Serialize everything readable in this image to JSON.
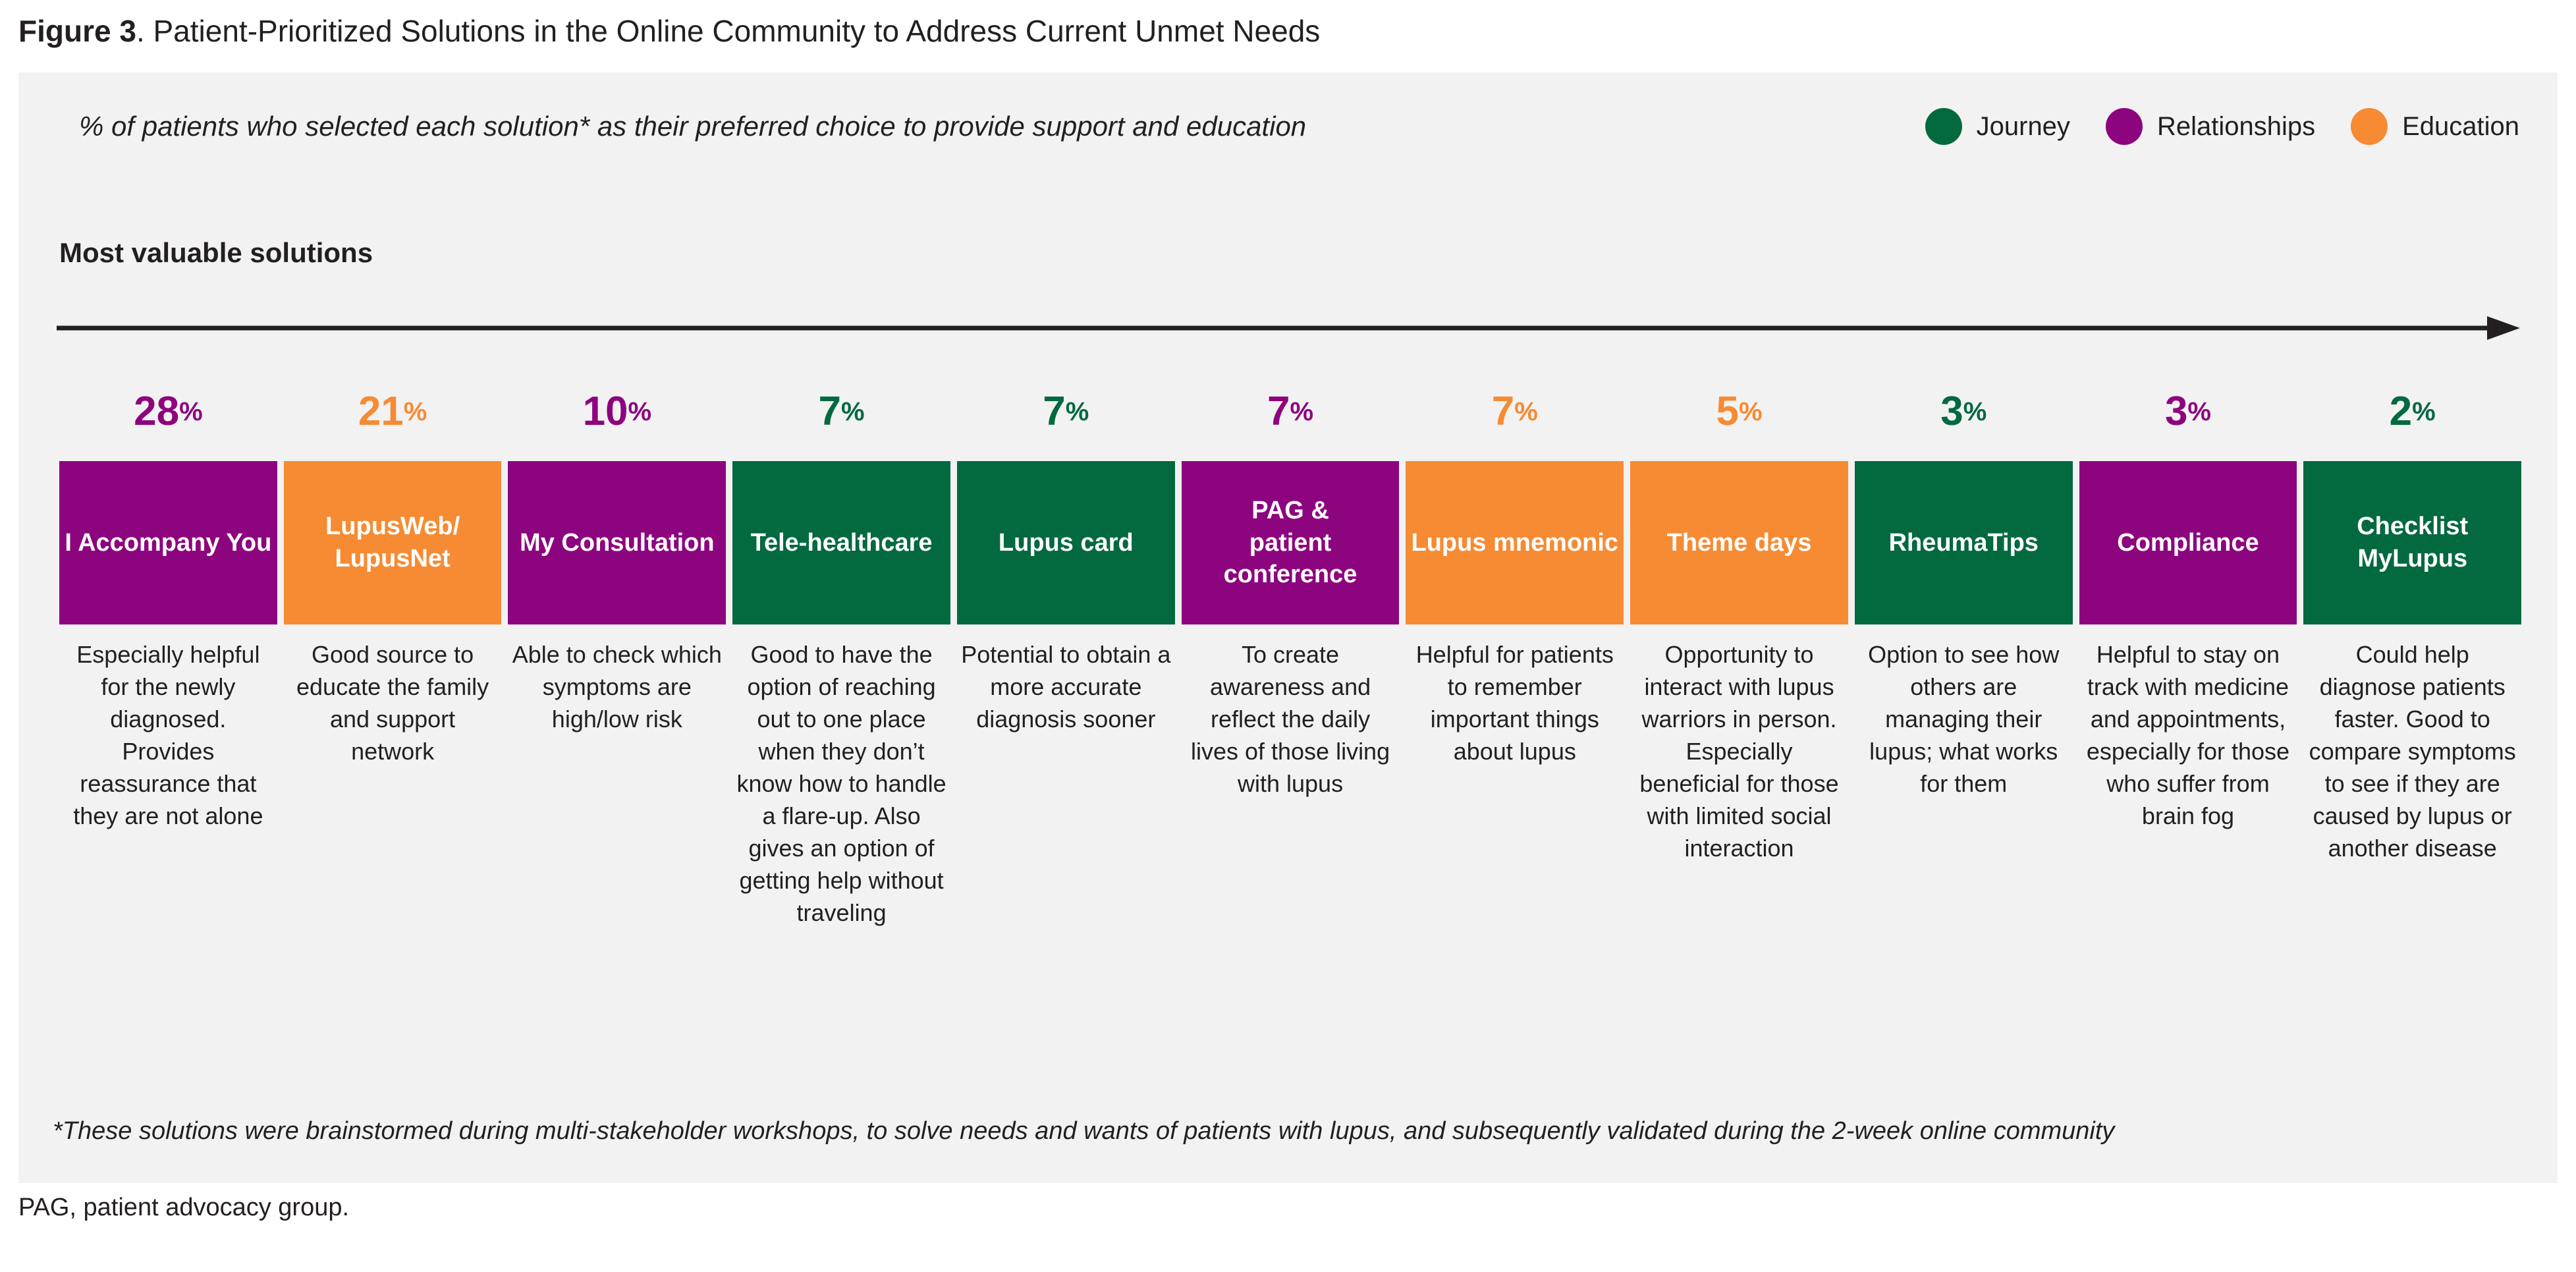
{
  "figure": {
    "title_strong": "Figure 3",
    "title_rest": ". Patient-Prioritized Solutions in the Online Community to Address Current Unmet Needs",
    "subtitle": "% of patients who selected each solution* as their preferred choice to provide support and education",
    "axis_label": "Most valuable solutions",
    "footnote": "*These solutions were brainstormed during multi-stakeholder workshops, to solve needs and wants of patients with lupus, and subsequently validated during the 2-week online community",
    "abbreviation_note": "PAG, patient advocacy group."
  },
  "colors": {
    "journey": "#03693f",
    "relationships": "#8d047f",
    "education": "#f68b33",
    "panel_background": "#f2f2f2",
    "text": "#231f20",
    "axis_line": "#231f20"
  },
  "legend": {
    "items": [
      {
        "label": "Journey",
        "color_key": "journey",
        "icon": "circle-marker-icon"
      },
      {
        "label": "Relationships",
        "color_key": "relationships",
        "icon": "circle-marker-icon"
      },
      {
        "label": "Education",
        "color_key": "education",
        "icon": "circle-marker-icon"
      }
    ]
  },
  "chart_data": {
    "type": "bar",
    "title": "Figure 3. Patient-Prioritized Solutions in the Online Community to Address Current Unmet Needs",
    "subtitle": "% of patients who selected each solution* as their preferred choice to provide support and education",
    "xlabel": "Most valuable solutions",
    "ylabel": "% of patients who selected each solution",
    "ylim": [
      0,
      28
    ],
    "grid": false,
    "legend_position": "top-right",
    "categories": [
      "I Accompany You",
      "LupusWeb/ LupusNet",
      "My Consultation",
      "Tele-healthcare",
      "Lupus card",
      "PAG & patient conference",
      "Lupus mnemonic",
      "Theme days",
      "RheumaTips",
      "Compliance",
      "Checklist MyLupus"
    ],
    "values": [
      28,
      21,
      10,
      7,
      7,
      7,
      7,
      5,
      3,
      3,
      2
    ],
    "value_labels": [
      "28%",
      "21%",
      "10%",
      "7%",
      "7%",
      "7%",
      "7%",
      "5%",
      "3%",
      "3%",
      "2%"
    ],
    "series": [
      {
        "name": "Relationships",
        "categories": [
          "I Accompany You",
          "My Consultation",
          "PAG & patient conference",
          "Compliance"
        ],
        "values": [
          28,
          10,
          7,
          3
        ]
      },
      {
        "name": "Education",
        "categories": [
          "LupusWeb/ LupusNet",
          "Lupus mnemonic",
          "Theme days"
        ],
        "values": [
          21,
          7,
          5
        ]
      },
      {
        "name": "Journey",
        "categories": [
          "Tele-healthcare",
          "Lupus card",
          "RheumaTips",
          "Checklist MyLupus"
        ],
        "values": [
          7,
          7,
          3,
          2
        ]
      }
    ]
  },
  "columns": [
    {
      "percent_number": "28",
      "percent_symbol": "%",
      "label": "I Accompany You",
      "category": "Relationships",
      "color_key": "relationships",
      "description": "Especially helpful for the newly diagnosed. Provides reassurance that they are not alone"
    },
    {
      "percent_number": "21",
      "percent_symbol": "%",
      "label": "LupusWeb/\nLupusNet",
      "category": "Education",
      "color_key": "education",
      "description": "Good source to educate the family and support network"
    },
    {
      "percent_number": "10",
      "percent_symbol": "%",
      "label": "My Consultation",
      "category": "Relationships",
      "color_key": "relationships",
      "description": "Able to check which symptoms are high/low risk"
    },
    {
      "percent_number": "7",
      "percent_symbol": "%",
      "label": "Tele-healthcare",
      "category": "Journey",
      "color_key": "journey",
      "description": "Good to have the option of reaching out to one place when they don’t know how to handle a flare-up. Also gives an option of getting help without traveling"
    },
    {
      "percent_number": "7",
      "percent_symbol": "%",
      "label": "Lupus card",
      "category": "Journey",
      "color_key": "journey",
      "description": "Potential to obtain a more accurate diagnosis sooner"
    },
    {
      "percent_number": "7",
      "percent_symbol": "%",
      "label": "PAG &\npatient\nconference",
      "category": "Relationships",
      "color_key": "relationships",
      "description": "To create awareness and reflect the daily lives of those living with lupus"
    },
    {
      "percent_number": "7",
      "percent_symbol": "%",
      "label": "Lupus mnemonic",
      "category": "Education",
      "color_key": "education",
      "description": "Helpful for patients to remember important things about lupus"
    },
    {
      "percent_number": "5",
      "percent_symbol": "%",
      "label": "Theme days",
      "category": "Education",
      "color_key": "education",
      "description": "Opportunity to interact with lupus warriors in person. Especially beneficial for those with limited social interaction"
    },
    {
      "percent_number": "3",
      "percent_symbol": "%",
      "label": "RheumaTips",
      "category": "Journey",
      "color_key": "journey",
      "description": "Option to see how others are managing their lupus; what works for them"
    },
    {
      "percent_number": "3",
      "percent_symbol": "%",
      "label": "Compliance",
      "category": "Relationships",
      "color_key": "relationships",
      "description": "Helpful to stay on track with medicine and appointments, especially for those who suffer from brain fog"
    },
    {
      "percent_number": "2",
      "percent_symbol": "%",
      "label": "Checklist\nMyLupus",
      "category": "Journey",
      "color_key": "journey",
      "description": "Could help diagnose patients faster. Good to compare symptoms to see if they are caused by lupus or another disease"
    }
  ]
}
